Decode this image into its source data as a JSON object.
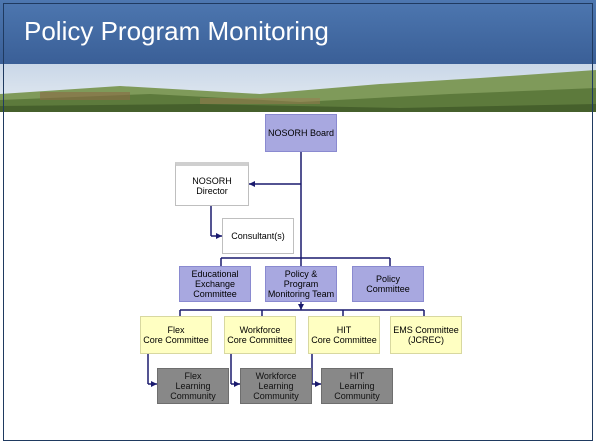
{
  "slide": {
    "title": "Policy Program Monitoring"
  },
  "org_chart": {
    "board": "NOSORH Board",
    "director": "NOSORH\nDirector",
    "consultant": "Consultant(s)",
    "committees": {
      "educational": "Educational\nExchange\nCommittee",
      "policy_team": "Policy &\nProgram\nMonitoring Team",
      "policy_committee": "Policy\nCommittee"
    },
    "core_committees": {
      "flex": "Flex\nCore Committee",
      "workforce": "Workforce\nCore Committee",
      "hit": "HIT\nCore Committee",
      "ems": "EMS Committee\n(JCREC)"
    },
    "learning_communities": {
      "flex": "Flex\nLearning\nCommunity",
      "workforce": "Workforce\nLearning\nCommunity",
      "hit": "HIT\nLearning\nCommunity"
    }
  },
  "colors": {
    "title_bar": "#4064a0",
    "purple_box": "#a8a8e0",
    "yellow_box": "#ffffc2",
    "gray_box": "#888888",
    "connector": "#1a1a6e"
  }
}
